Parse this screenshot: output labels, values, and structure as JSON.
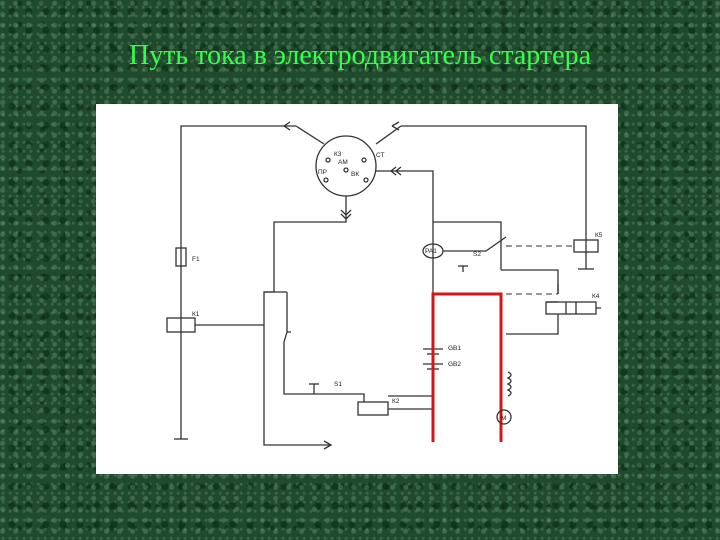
{
  "slide": {
    "title": "Путь тока в электродвигатель стартера"
  },
  "diagram": {
    "labels": {
      "k3": "К3",
      "am": "АМ",
      "st": "СТ",
      "pr": "ПР",
      "vk": "ВК",
      "k5": "К5",
      "pa1": "PA1",
      "s2": "S2",
      "f1": "F1",
      "k4": "К4",
      "k1": "К1",
      "gb1": "GB1",
      "gb2": "GB2",
      "s1": "S1",
      "k2": "К2",
      "m": "M"
    },
    "colors": {
      "current_path": "#d41616",
      "title": "#35ff4a",
      "background": "#1f4a2c"
    }
  }
}
